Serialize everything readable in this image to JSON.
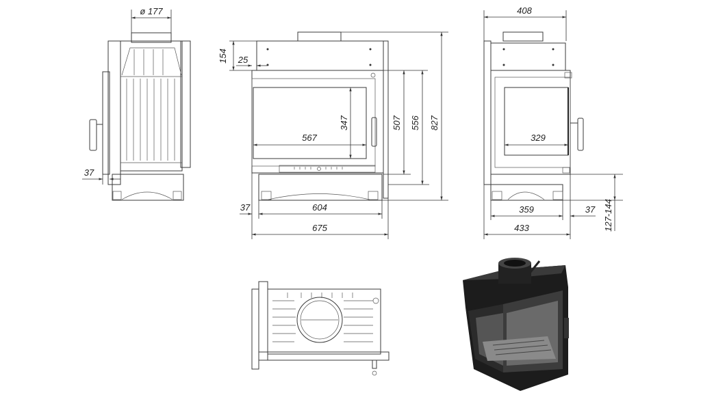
{
  "title": "Fireplace insert dimensional drawing",
  "side_view": {
    "flue_diameter": "ø 177",
    "left_offset": "37"
  },
  "front_view": {
    "top_height": "154",
    "door_offset": "25",
    "glass_width": "567",
    "glass_height": "347",
    "door_height": "507",
    "body_height": "556",
    "total_height": "827",
    "leg_offset": "37",
    "base_width": "604",
    "total_width": "675"
  },
  "right_view": {
    "total_depth": "408",
    "glass_width": "329",
    "base_depth": "359",
    "handle_offset": "37",
    "overall_depth": "433",
    "leg_height": "127-144"
  },
  "colors": {
    "line": "#3a3a3a",
    "render_body": "#1c1c1c"
  }
}
